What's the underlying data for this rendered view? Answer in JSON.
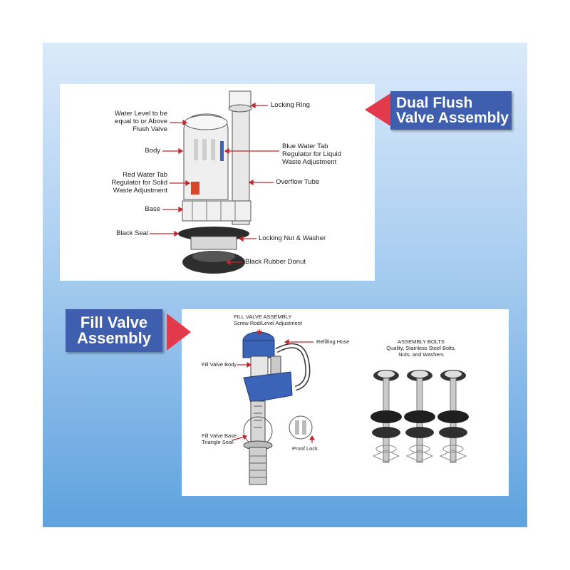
{
  "dual_flush": {
    "banner_line1": "Dual Flush",
    "banner_line2": "Valve Assembly",
    "labels": {
      "locking_ring": "Locking Ring",
      "water_level_1": "Water Level to be",
      "water_level_2": "equal to or Above",
      "water_level_3": "Flush Valve",
      "body": "Body",
      "blue_tab_1": "Blue Water Tab",
      "blue_tab_2": "Regulator for Liquid",
      "blue_tab_3": "Waste Adjustment",
      "red_tab_1": "Red Water Tab",
      "red_tab_2": "Regulator  for Solid",
      "red_tab_3": "Waste Adjustment",
      "overflow_tube": "Overflow Tube",
      "base": "Base",
      "black_seal": "Black Seal",
      "locking_nut": "Locking Nut & Washer",
      "rubber_donut": "Black Rubber Donut"
    }
  },
  "fill_valve": {
    "banner_line1": "Fill Valve",
    "banner_line2": "Assembly",
    "labels": {
      "header_1": "FILL VALVE ASSEMBLY",
      "header_2": "Screw Rod/Level Adjustment",
      "refilling_hose": "Refilling Hose",
      "fill_valve_body": "Fill Valve Body",
      "base_1": "Fill Valve Base",
      "base_2": "Triangle Seal-",
      "proof_lock": "Proof Lock"
    },
    "bolts": {
      "title": "ASSEMBLY BOLTS",
      "desc_1": "Quality, Stainless Steel Bolts,",
      "desc_2": "Nuts, and Washers"
    }
  },
  "colors": {
    "banner": "#3f5fae",
    "arrow": "#e23a4b",
    "leader": "#c0282d",
    "valve_blue": "#3b63b8"
  }
}
